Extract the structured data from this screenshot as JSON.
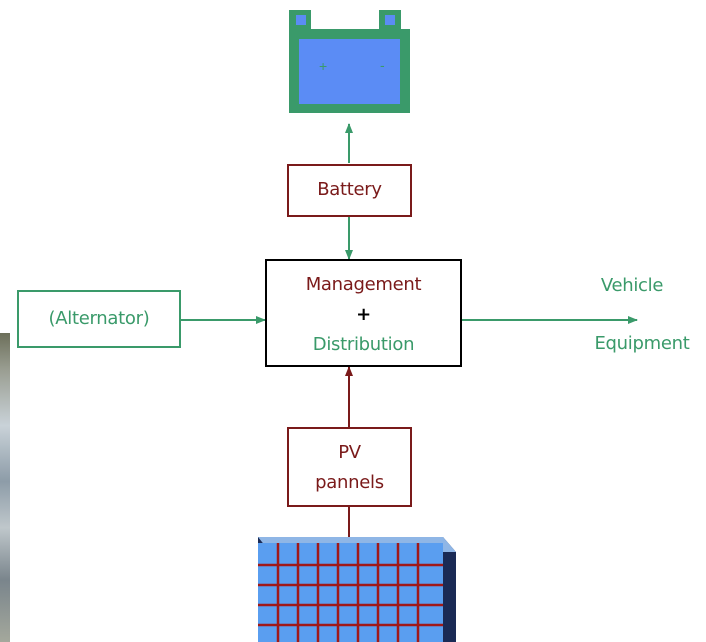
{
  "nodes": {
    "battery": "Battery",
    "alternator": "(Alternator)",
    "management_line1": "Management",
    "management_plus": "+",
    "management_line2": "Distribution",
    "vehicle_line1": "Vehicle",
    "vehicle_line2": "Equipment",
    "pv_line1": "PV",
    "pv_line2": "pannels"
  },
  "battery_icon": {
    "plus_label": "+",
    "minus_label": "-"
  },
  "colors": {
    "green": "#3a9a6a",
    "dark_red": "#7a1a1a",
    "battery_body": "#5b8cf5",
    "battery_border": "#3a9a6a",
    "panel_cell": "#5a9ef0",
    "panel_grid": "#a01818",
    "panel_side": "#1a2a55"
  },
  "icons": [
    "battery-icon",
    "solar-panel-icon"
  ]
}
